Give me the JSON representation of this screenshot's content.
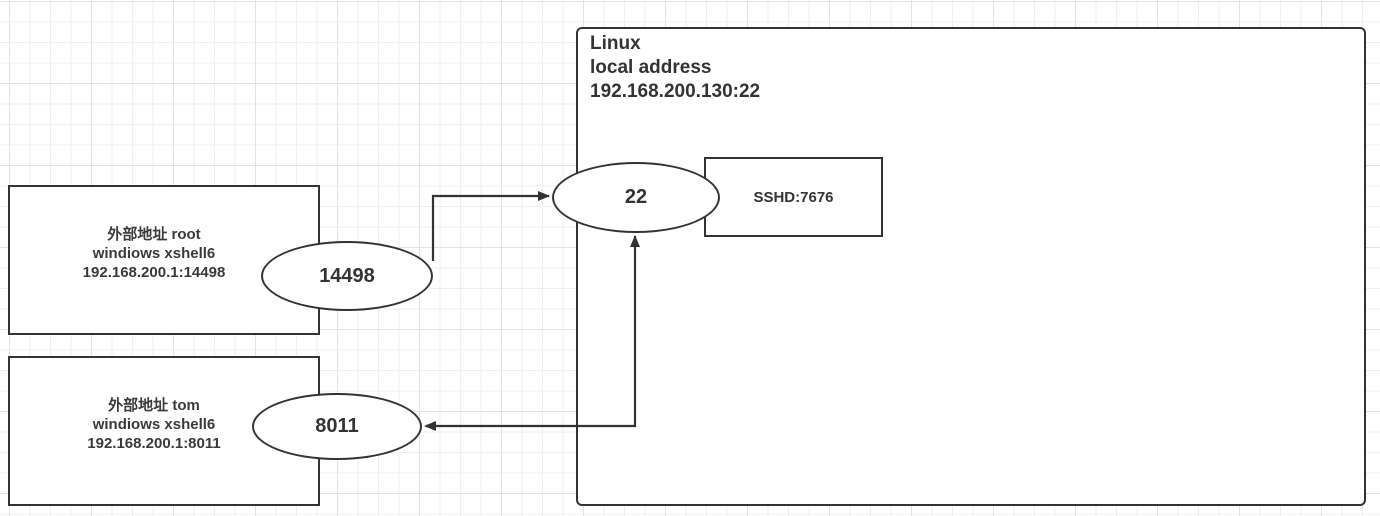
{
  "diagram": {
    "linux_host": {
      "title": "Linux",
      "subtitle": "local address",
      "address": "192.168.200.130:22"
    },
    "sshd_process": {
      "label": "SSHD:7676"
    },
    "ports": {
      "server": {
        "label": "22"
      },
      "root_client": {
        "label": "14498"
      },
      "tom_client": {
        "label": "8011"
      }
    },
    "clients": [
      {
        "line1": "外部地址 root",
        "line2": "windiows xshell6",
        "line3": "192.168.200.1:14498"
      },
      {
        "line1": "外部地址 tom",
        "line2": "windiows xshell6",
        "line3": "192.168.200.1:8011"
      }
    ],
    "connections": [
      {
        "from": "14498",
        "to": "22",
        "direction": "to-server"
      },
      {
        "from": "22",
        "to": "8011",
        "direction": "bidirectional"
      }
    ],
    "colors": {
      "stroke": "#333333",
      "grid": "#e2e2e2",
      "background": "#ffffff"
    }
  }
}
